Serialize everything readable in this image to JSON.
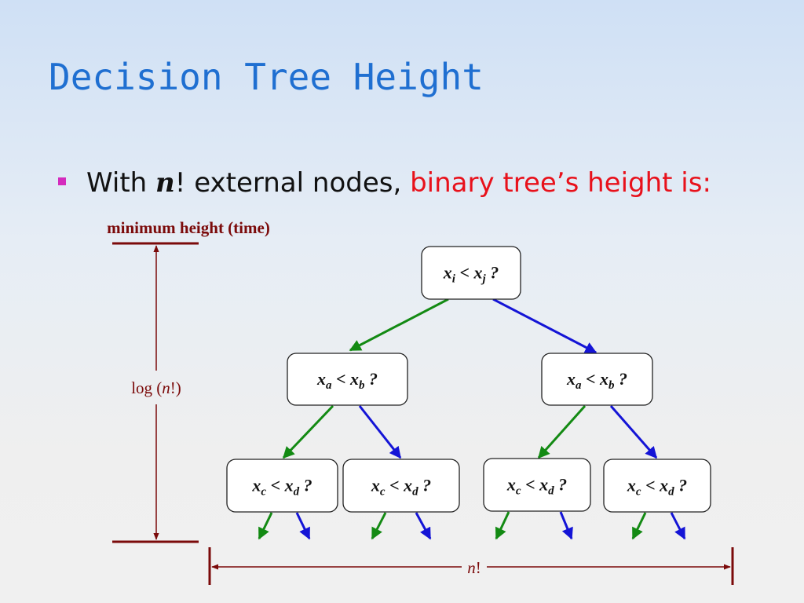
{
  "slide": {
    "title": "Decision Tree Height",
    "bullet": {
      "prefix": "With ",
      "n": "n",
      "middle": "! external nodes, ",
      "highlight": "binary tree’s height is:"
    }
  },
  "diagram": {
    "colors": {
      "dim_line": "#7b0a0a",
      "dim_text": "#7b0a0a",
      "true_edge": "#138a13",
      "false_edge": "#1414d6",
      "node_border": "#222222",
      "node_fill": "#ffffff"
    },
    "dimension_left": {
      "label": "minimum height (time)",
      "measure_func": "log (",
      "measure_var": "n",
      "measure_suffix": "!)"
    },
    "dimension_bottom": {
      "var": "n",
      "suffix": "!"
    },
    "nodes": [
      {
        "id": "root",
        "level": 0,
        "a": "x",
        "a_sub": "i",
        "b": "x",
        "b_sub": "j"
      },
      {
        "id": "l1",
        "level": 1,
        "a": "x",
        "a_sub": "a",
        "b": "x",
        "b_sub": "b"
      },
      {
        "id": "r1",
        "level": 1,
        "a": "x",
        "a_sub": "a",
        "b": "x",
        "b_sub": "b"
      },
      {
        "id": "ll2",
        "level": 2,
        "a": "x",
        "a_sub": "c",
        "b": "x",
        "b_sub": "d"
      },
      {
        "id": "lr2",
        "level": 2,
        "a": "x",
        "a_sub": "c",
        "b": "x",
        "b_sub": "d"
      },
      {
        "id": "rl2",
        "level": 2,
        "a": "x",
        "a_sub": "c",
        "b": "x",
        "b_sub": "d"
      },
      {
        "id": "rr2",
        "level": 2,
        "a": "x",
        "a_sub": "c",
        "b": "x",
        "b_sub": "d"
      }
    ],
    "edges": [
      {
        "from": "root",
        "to": "l1",
        "branch": "true"
      },
      {
        "from": "root",
        "to": "r1",
        "branch": "false"
      },
      {
        "from": "l1",
        "to": "ll2",
        "branch": "true"
      },
      {
        "from": "l1",
        "to": "lr2",
        "branch": "false"
      },
      {
        "from": "r1",
        "to": "rl2",
        "branch": "true"
      },
      {
        "from": "r1",
        "to": "rr2",
        "branch": "false"
      }
    ]
  }
}
